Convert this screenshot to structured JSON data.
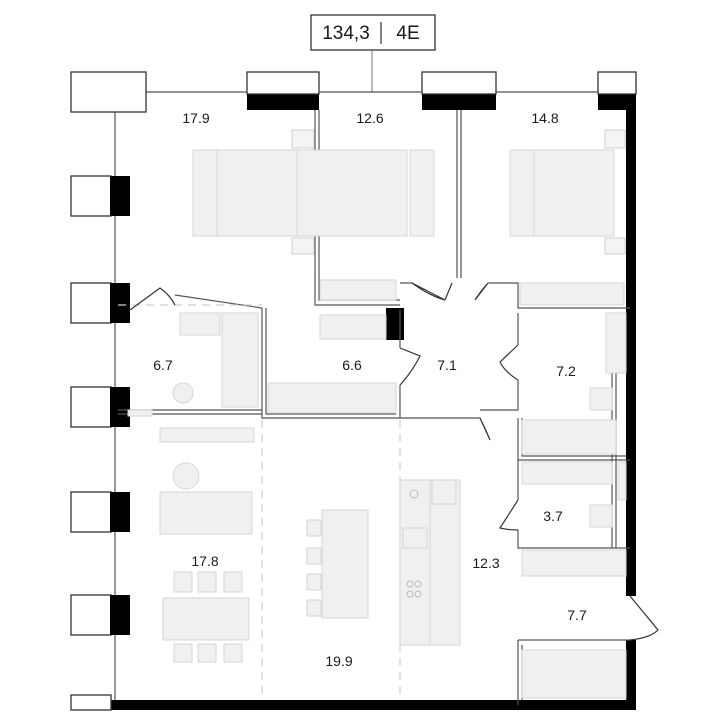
{
  "header": {
    "area": "134,3",
    "unit_code": "4E"
  },
  "rooms": {
    "bedroom_1": "17.9",
    "bedroom_2": "12.6",
    "bedroom_3": "14.8",
    "bathroom_1": "6.7",
    "dressing": "6.6",
    "hallway": "7.1",
    "bathroom_2": "7.2",
    "living": "17.8",
    "dining": "19.9",
    "kitchen": "12.3",
    "wc": "3.7",
    "entrance": "7.7"
  }
}
